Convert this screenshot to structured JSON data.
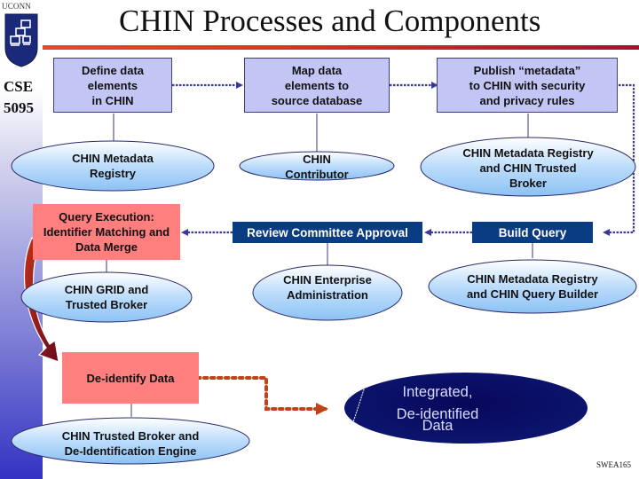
{
  "sidebar": {
    "university": "UCONN",
    "logo": "uconn-network-logo-icon",
    "course_code": "CSE",
    "course_number": "5095"
  },
  "header": {
    "title": "CHIN Processes and Components"
  },
  "process_steps": [
    {
      "id": "define",
      "label": "Define data elements in CHIN",
      "lines": [
        "Define data",
        "elements",
        "in CHIN"
      ]
    },
    {
      "id": "map",
      "label": "Map data elements to source database",
      "lines": [
        "Map data",
        "elements to",
        "source database"
      ]
    },
    {
      "id": "publish",
      "label": "Publish “metadata” to CHIN with security and privacy rules",
      "lines": [
        "Publish “metadata”",
        "to CHIN with security",
        "and privacy rules"
      ]
    },
    {
      "id": "build-query",
      "label": "Build Query"
    },
    {
      "id": "review",
      "label": "Review Committee Approval"
    },
    {
      "id": "query-exec",
      "label": "Query Execution: Identifier Matching and Data Merge",
      "lines": [
        "Query Execution:",
        "Identifier Matching  and",
        "Data Merge"
      ]
    },
    {
      "id": "deidentify",
      "label": "De-identify Data"
    }
  ],
  "components": [
    {
      "id": "metadata-registry",
      "lines": [
        "CHIN Metadata",
        "Registry"
      ]
    },
    {
      "id": "contributor",
      "lines": [
        "CHIN",
        "Contributor"
      ]
    },
    {
      "id": "registry-trusted-broker",
      "lines": [
        "CHIN Metadata Registry",
        "and CHIN Trusted",
        "Broker"
      ]
    },
    {
      "id": "registry-query-builder",
      "lines": [
        "CHIN Metadata Registry",
        "and CHIN Query Builder"
      ]
    },
    {
      "id": "enterprise-admin",
      "lines": [
        "CHIN Enterprise",
        "Administration"
      ]
    },
    {
      "id": "grid-trusted-broker",
      "lines": [
        "CHIN GRID and",
        "Trusted Broker"
      ]
    },
    {
      "id": "deid-engine",
      "lines": [
        "CHIN Trusted Broker and",
        "De-Identification Engine"
      ]
    }
  ],
  "output": {
    "lines": [
      "Integrated,",
      "De-identified",
      "Data"
    ]
  },
  "flow": [
    "define → map",
    "map → publish",
    "publish → build-query",
    "build-query → review",
    "review → query-exec",
    "query-exec → deidentify",
    "deidentify → output"
  ],
  "footer": {
    "slide_code": "SWEA165"
  },
  "colors": {
    "process_box": "#c3c6f5",
    "approval_box": "#0a3c84",
    "execution_box": "#ff7f7f",
    "flow_arrow": "#3a3a9a",
    "output_arrow": "#b5461e",
    "output_ellipse": "#0a0f5a",
    "title_rule": "#d8361f"
  }
}
